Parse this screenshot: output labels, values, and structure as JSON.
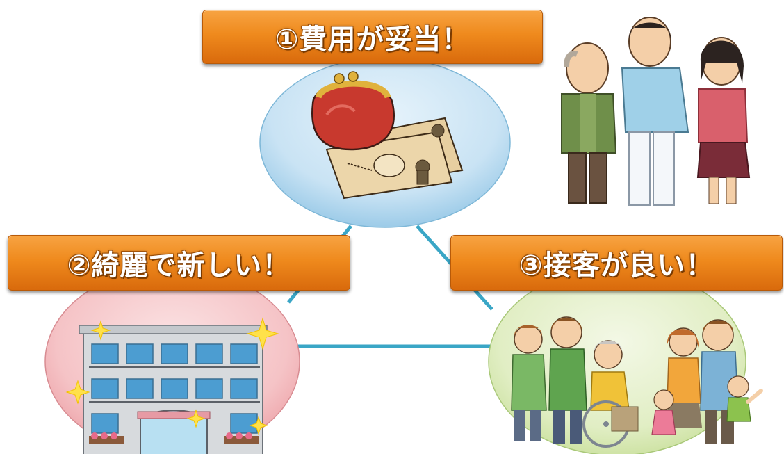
{
  "banners": {
    "top": "①費用が妥当！",
    "left": "②綺麗で新しい！",
    "right": "③接客が良い！"
  },
  "colors": {
    "banner_orange": "#ef8a1d",
    "circle_blue": "#cfe6f5",
    "circle_pink": "#f6c4c8",
    "circle_green": "#e2efc4",
    "connector": "#3aa6c6"
  },
  "illustrations": [
    "coin-purse-money-icon",
    "caregiver-with-family-icon",
    "apartment-building-icon",
    "care-staff-and-family-icon"
  ]
}
